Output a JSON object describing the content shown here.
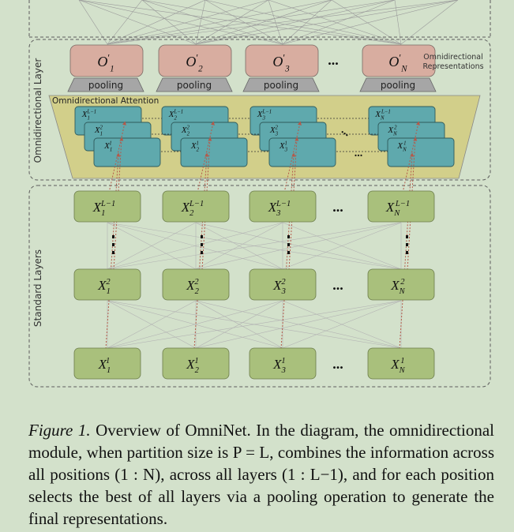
{
  "colors": {
    "background": "#d3e1cb",
    "output_box": "#d8ada0",
    "pooling": "#a6a6a6",
    "attention_plane": "#d2cf8a",
    "attention_block": "#5fa9ad",
    "standard_box": "#a9c07c",
    "layer_dash": "#5c5c5c",
    "dotted_arrow": "#b45a4a"
  },
  "labels": {
    "omni_layer": "Omnidirectional Layer",
    "standard_layers": "Standard Layers",
    "omni_attention": "Omnidirectional Attention",
    "omni_repr_line1": "Omnidirectional",
    "omni_repr_line2": "Representations",
    "pooling": "pooling",
    "ellipsis": "..."
  },
  "outputs": [
    {
      "base": "O",
      "prime": "′",
      "sub": "1"
    },
    {
      "base": "O",
      "prime": "′",
      "sub": "2"
    },
    {
      "base": "O",
      "prime": "′",
      "sub": "3"
    },
    {
      "base": "O",
      "prime": "′",
      "sub": "N"
    }
  ],
  "positions": [
    "1",
    "2",
    "3",
    "N"
  ],
  "layer_rows": [
    {
      "sup": "L−1"
    },
    {
      "sup": "2"
    },
    {
      "sup": "1"
    }
  ],
  "attention_stack_sups": [
    "L−1",
    "2",
    "1"
  ],
  "caption": {
    "figure_label": "Figure 1.",
    "text": "Overview of OmniNet. In the diagram, the omnidirectional module, when partition size is P = L, combines the information across all positions (1 : N), across all layers (1 : L−1), and for each position selects the best of all layers via a pooling operation to generate the final representations."
  }
}
